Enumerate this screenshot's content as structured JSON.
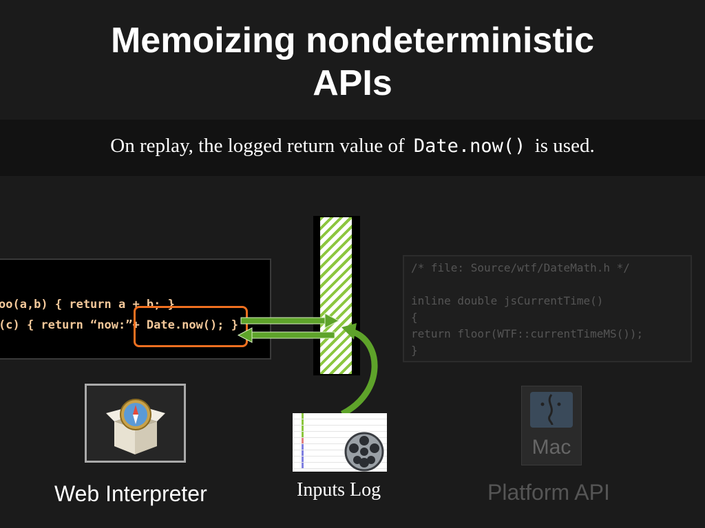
{
  "slide": {
    "title_line1": "Memoizing nondeterministic",
    "title_line2": "APIs",
    "subtitle_before": "On replay, the logged return value of",
    "subtitle_code": "Date.now()",
    "subtitle_after": "is used."
  },
  "web_code": {
    "line1": "oo(a,b) { return a + b; }",
    "line2": "(c) { return “now:”+ Date.now(); }"
  },
  "platform_code": {
    "line1": "/* file: Source/wtf/DateMath.h */",
    "line2": "inline double jsCurrentTime()",
    "line3": "{",
    "line4": "return floor(WTF::currentTimeMS());",
    "line5": "}"
  },
  "labels": {
    "web_interpreter": "Web Interpreter",
    "inputs_log": "Inputs Log",
    "platform_api": "Platform API",
    "mac_badge": "Mac"
  },
  "colors": {
    "highlight": "#f07020",
    "arrow_green": "#5ea32a",
    "stripe_green": "#8cc63f"
  },
  "icons": {
    "web_interpreter": "safari-box-icon",
    "inputs_log": "film-reel-icon",
    "platform": "mac-finder-icon"
  }
}
